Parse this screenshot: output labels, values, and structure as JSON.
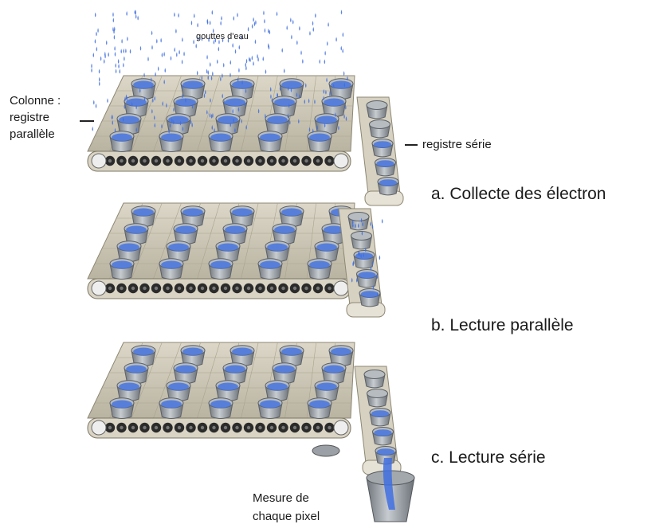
{
  "labels": {
    "water_drops": "gouttes d'eau",
    "column_line1": "Colonne :",
    "column_line2": "registre",
    "column_line3": "parallèle",
    "serial_register": "registre série",
    "step_a": "a.   Collecte des électron",
    "step_b": "b.  Lecture parallèle",
    "step_c": "c.  Lecture série",
    "measure_line1": "Mesure de",
    "measure_line2": "chaque pixel"
  },
  "colors": {
    "water": "#3f6fe0",
    "bucket": "#9aa0a6",
    "belt": "#cfc9b8",
    "roller": "#2b2b2b"
  }
}
